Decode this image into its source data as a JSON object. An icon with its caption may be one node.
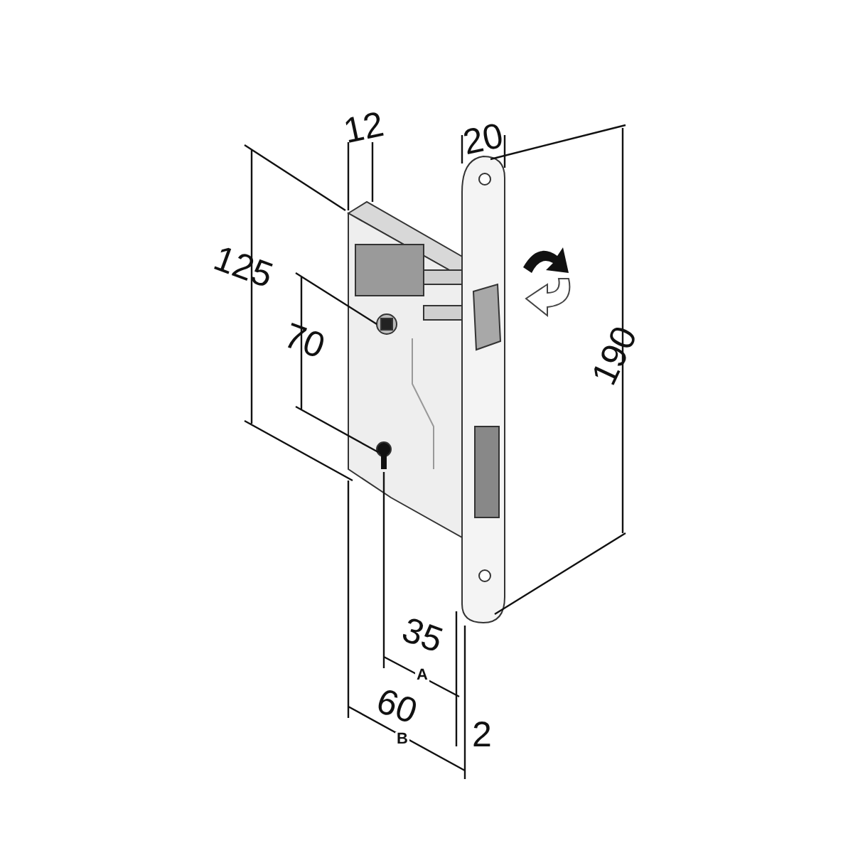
{
  "diagram": {
    "labels": [
      "12",
      "20",
      "125",
      "70",
      "190",
      "35",
      "A",
      "60",
      "B",
      "2"
    ]
  }
}
